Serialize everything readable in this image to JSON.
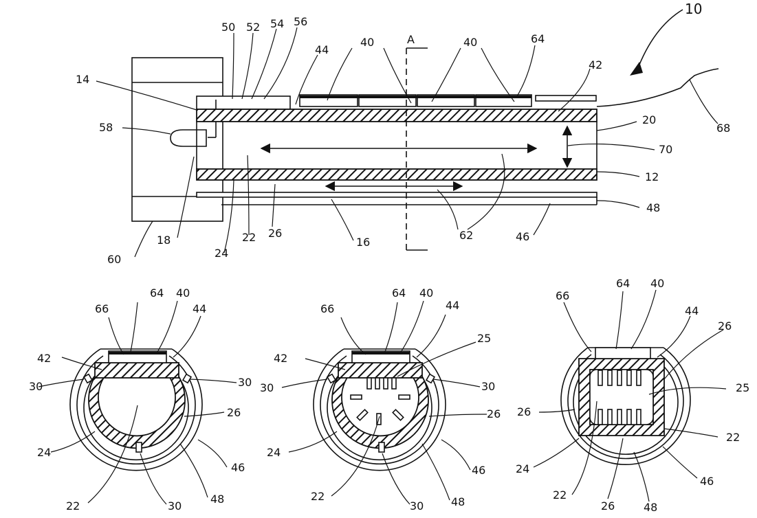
{
  "figure_number": "10",
  "section_label": "A",
  "side_view": {
    "labels": {
      "n14": "14",
      "n50": "50",
      "n52": "52",
      "n54": "54",
      "n56": "56",
      "n44": "44",
      "n40a": "40",
      "n40b": "40",
      "n64": "64",
      "n42": "42",
      "n58": "58",
      "n20": "20",
      "n68": "68",
      "n70": "70",
      "n12": "12",
      "n48": "48",
      "n18": "18",
      "n60": "60",
      "n24": "24",
      "n22": "22",
      "n26": "26",
      "n16": "16",
      "n62": "62",
      "n46": "46"
    }
  },
  "section_left": {
    "labels": {
      "n64": "64",
      "n40": "40",
      "n66": "66",
      "n44": "44",
      "n42": "42",
      "n30a": "30",
      "n30b": "30",
      "n26": "26",
      "n24": "24",
      "n46": "46",
      "n22": "22",
      "n30c": "30",
      "n48": "48"
    }
  },
  "section_middle": {
    "labels": {
      "n64": "64",
      "n40": "40",
      "n66": "66",
      "n44": "44",
      "n25": "25",
      "n42": "42",
      "n30a": "30",
      "n30b": "30",
      "n26": "26",
      "n24": "24",
      "n46": "46",
      "n22": "22",
      "n30c": "30",
      "n48": "48"
    }
  },
  "section_right": {
    "labels": {
      "n64": "64",
      "n40": "40",
      "n66": "66",
      "n44": "44",
      "n26a": "26",
      "n25": "25",
      "n26b": "26",
      "n22a": "22",
      "n24": "24",
      "n46": "46",
      "n22b": "22",
      "n26c": "26",
      "n48": "48"
    }
  }
}
